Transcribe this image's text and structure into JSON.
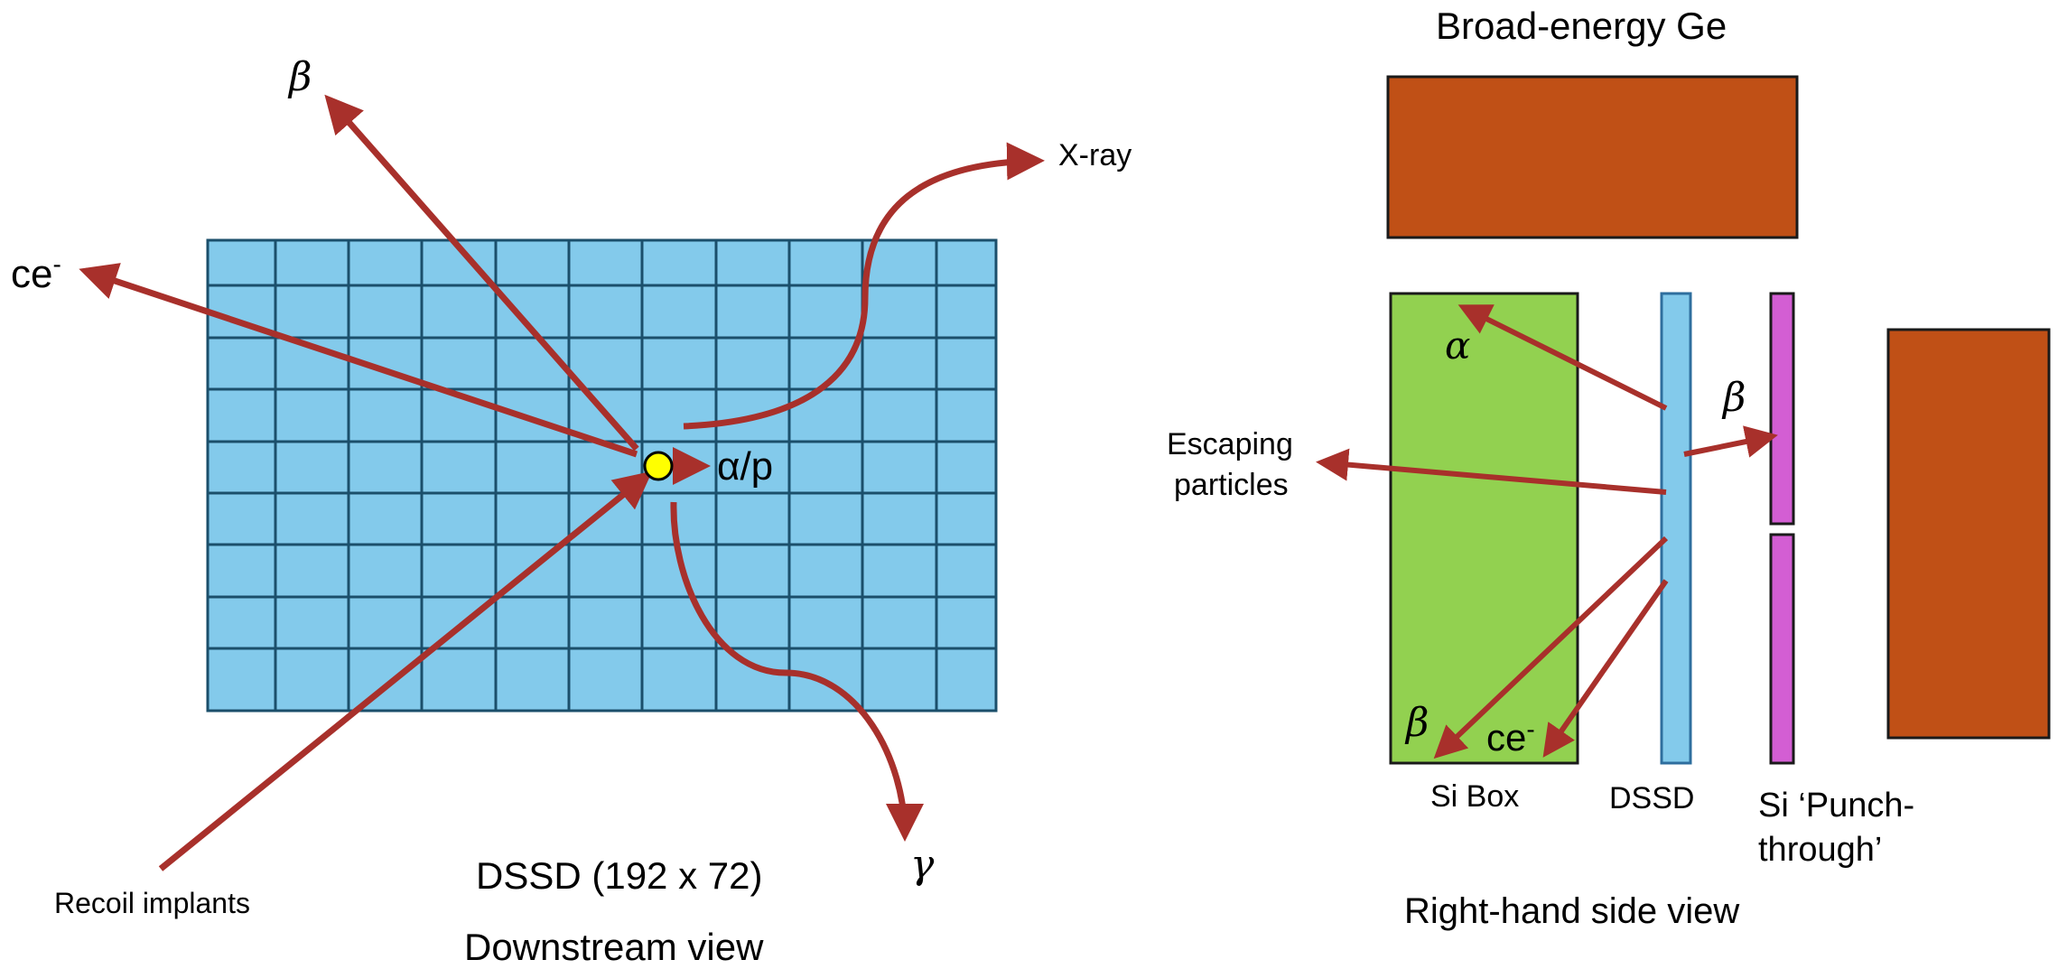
{
  "colors": {
    "detector_blue": "#83CAEB",
    "grid_line": "#1B4F6B",
    "arrow": "#A8302B",
    "germanium": "#C05016",
    "si_box": "#92D150",
    "punch_through": "#D35ED3",
    "implant_dot": "#FFFF00"
  },
  "left_view": {
    "detector_label": "DSSD (192 x 72)",
    "view_label": "Downstream view",
    "beta": "β",
    "conversion_electron": "ce",
    "conversion_electron_sup": "-",
    "xray": "X-ray",
    "alpha_proton": "α/p",
    "gamma": "γ",
    "recoil": "Recoil implants"
  },
  "right_view": {
    "germanium_label": "Broad-energy Ge",
    "alpha": "α",
    "beta_top": "β",
    "escaping_line1": "Escaping",
    "escaping_line2": "particles",
    "beta_bottom": "β",
    "conversion_electron": "ce",
    "conversion_electron_sup": "-",
    "si_box_label": "Si Box",
    "dssd_label": "DSSD",
    "punch_line1": "Si ‘Punch-",
    "punch_line2": "through’",
    "view_label": "Right-hand side view"
  }
}
